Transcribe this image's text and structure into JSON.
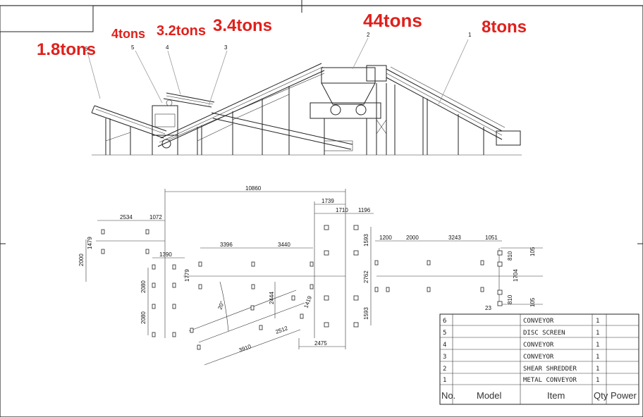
{
  "capacities": {
    "item1": "8tons",
    "item2": "44tons",
    "item3": "3.4tons",
    "item4": "3.2tons",
    "item5": "4tons",
    "item6": "1.8tons"
  },
  "balloons": {
    "b1": "1",
    "b2": "2",
    "b3": "3",
    "b4": "4",
    "b5": "5",
    "b6": "6"
  },
  "dimensions": {
    "d10860": "10860",
    "d1739": "1739",
    "d1710": "1710",
    "d1196": "1196",
    "d2534": "2534",
    "d1072": "1072",
    "d1479": "1479",
    "d1390": "1390",
    "d2000": "2000",
    "d3396": "3396",
    "d3440": "3440",
    "d1779": "1779",
    "d2080a": "2080",
    "d2080b": "2080",
    "dangle": "20°",
    "d2444": "2444",
    "d1419": "1419",
    "d2512": "2512",
    "d3910": "3910",
    "d2475": "2475",
    "d1593a": "1593",
    "d2762": "2762",
    "d1593b": "1593",
    "d1200": "1200",
    "d2000b": "2000",
    "d3243": "3243",
    "d1051": "1051",
    "d810a": "810",
    "d105a": "105",
    "d1704": "1704",
    "d810b": "810",
    "d105b": "105",
    "d23": "23"
  },
  "title_block": {
    "rows": [
      {
        "no": "6",
        "model": "",
        "item": "CONVEYOR",
        "qty": "1",
        "power": ""
      },
      {
        "no": "5",
        "model": "",
        "item": "DISC SCREEN",
        "qty": "1",
        "power": ""
      },
      {
        "no": "4",
        "model": "",
        "item": "CONVEYOR",
        "qty": "1",
        "power": ""
      },
      {
        "no": "3",
        "model": "",
        "item": "CONVEYOR",
        "qty": "1",
        "power": ""
      },
      {
        "no": "2",
        "model": "",
        "item": "SHEAR SHREDDER",
        "qty": "1",
        "power": ""
      },
      {
        "no": "1",
        "model": "",
        "item": "METAL CONVEYOR",
        "qty": "1",
        "power": ""
      }
    ],
    "header": {
      "no": "No.",
      "model": "Model",
      "item": "Item",
      "qty": "Qty",
      "power": "Power"
    }
  }
}
